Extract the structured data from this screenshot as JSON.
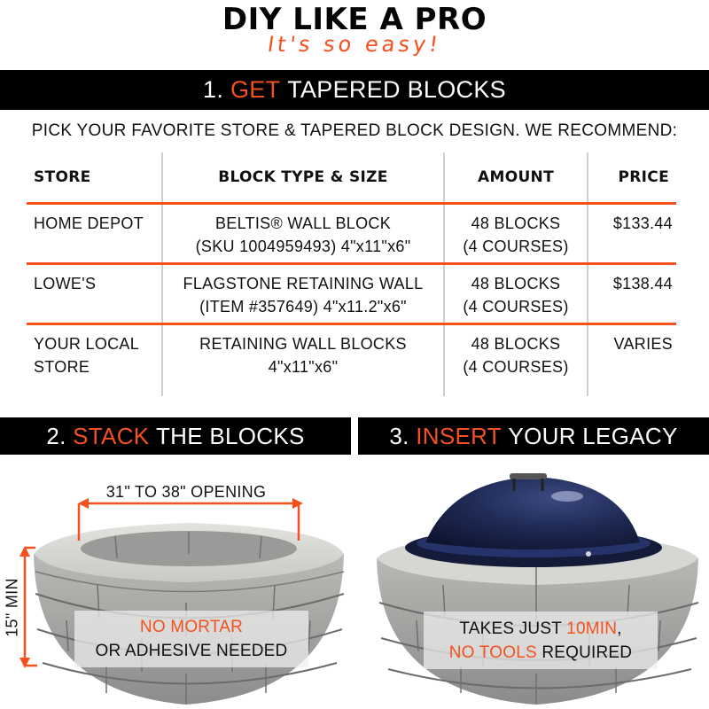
{
  "header": {
    "title": "DIY LIKE A PRO",
    "subtitle": "It's so easy!"
  },
  "step1": {
    "number": "1.",
    "highlight": "GET",
    "rest": "TAPERED BLOCKS",
    "intro": "PICK YOUR FAVORITE STORE & TAPERED BLOCK DESIGN. WE RECOMMEND:"
  },
  "table": {
    "columns": [
      "STORE",
      "BLOCK TYPE & SIZE",
      "AMOUNT",
      "PRICE"
    ],
    "rows": [
      {
        "store": "HOME DEPOT",
        "block_line1": "BELTIS® WALL BLOCK",
        "block_line2": "(SKU 1004959493) 4\"x11\"x6\"",
        "amount_line1": "48 BLOCKS",
        "amount_line2": "(4 COURSES)",
        "price": "$133.44"
      },
      {
        "store": "LOWE'S",
        "block_line1": "FLAGSTONE RETAINING WALL",
        "block_line2": "(ITEM #357649) 4\"x11.2\"x6\"",
        "amount_line1": "48 BLOCKS",
        "amount_line2": "(4 COURSES)",
        "price": "$138.44"
      },
      {
        "store_line1": "YOUR LOCAL",
        "store_line2": "STORE",
        "block_line1": "RETAINING WALL BLOCKS",
        "block_line2": "4\"x11\"x6\"",
        "amount_line1": "48 BLOCKS",
        "amount_line2": "(4 COURSES)",
        "price": "VARIES"
      }
    ]
  },
  "step2": {
    "number": "2.",
    "highlight": "STACK",
    "rest": "THE BLOCKS",
    "opening_label": "31\" TO 38\" OPENING",
    "height_label": "15\" MIN",
    "overlay_line1": "NO MORTAR",
    "overlay_line2": "OR ADHESIVE NEEDED"
  },
  "step3": {
    "number": "3.",
    "highlight": "INSERT",
    "rest": "YOUR LEGACY",
    "overlay_pre": "TAKES JUST ",
    "overlay_highlight1": "10MIN",
    "overlay_post1": ",",
    "overlay_highlight2": "NO TOOLS",
    "overlay_post2": " REQUIRED"
  },
  "colors": {
    "accent": "#F4511E",
    "band": "#000000",
    "divider": "#CFCFCF",
    "dome": "#1F2A55"
  }
}
